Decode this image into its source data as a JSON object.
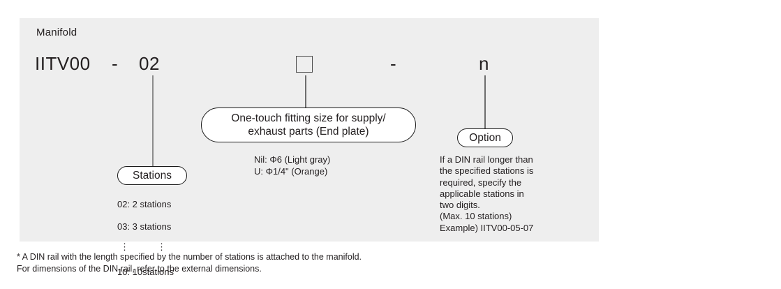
{
  "panel": {
    "header_label": "Manifold"
  },
  "model_code": {
    "prefix": "IITV00",
    "dash1": "-",
    "stations": "02",
    "fitting_placeholder": "",
    "dash2": "-",
    "option": "n"
  },
  "callouts": {
    "fitting": {
      "pill_line1": "One-touch fitting size for supply/",
      "pill_line2": "exhaust parts (End plate)",
      "options": "Nil: Φ6 (Light gray)\nU: Φ1/4\" (Orange)"
    },
    "stations": {
      "pill_label": "Stations",
      "row1": "02: 2 stations",
      "row2": "03: 3 stations",
      "dots": "⋮",
      "row4": "10: 10stations"
    },
    "option": {
      "pill_label": "Option",
      "description": "If a DIN rail longer than\nthe specified stations is\nrequired, specify the\napplicable stations in\ntwo digits.\n(Max. 10 stations)\nExample) IITV00-05-07"
    }
  },
  "footnote": {
    "text": "* A DIN rail with the length specified by the number of stations is attached to the manifold.\n  For dimensions of the DIN rail, refer to the external dimensions."
  },
  "colors": {
    "panel_background": "#eeeeee",
    "text": "#231f20",
    "leader_line": "#8d8d8d",
    "pill_border": "#1a1a1a",
    "page_background": "#ffffff"
  }
}
